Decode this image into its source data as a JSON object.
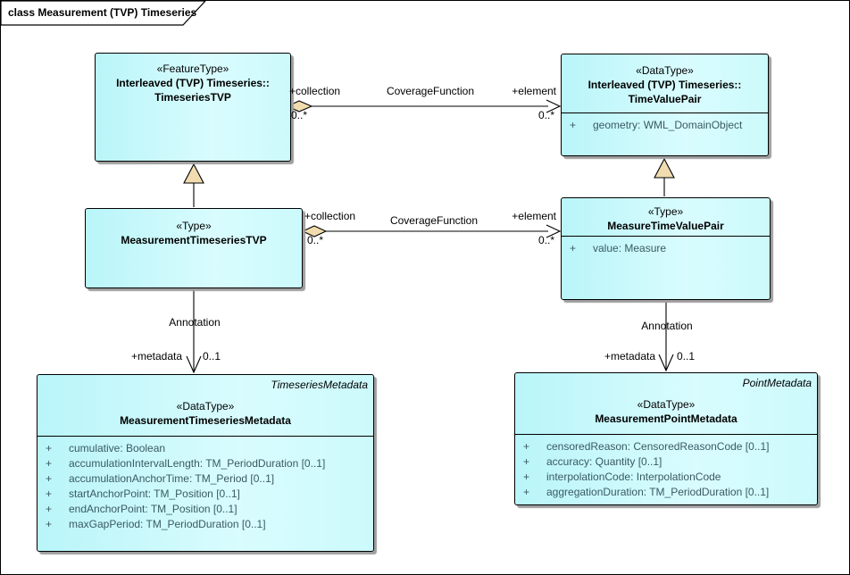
{
  "frame": {
    "title": "class Measurement (TVP) Timeseries"
  },
  "colors": {
    "class_fill": "#c7fafc",
    "class_border": "#000000",
    "marker_fill": "#f0dcae",
    "attribute_text": "#3a5a62",
    "shadow": "#9e9e9e"
  },
  "classes": {
    "timeseriesTVP": {
      "stereotype": "«FeatureType»",
      "name_line1": "Interleaved (TVP) Timeseries::",
      "name_line2": "TimeseriesTVP"
    },
    "timeValuePair": {
      "stereotype": "«DataType»",
      "name_line1": "Interleaved (TVP) Timeseries::",
      "name_line2": "TimeValuePair",
      "attributes": [
        {
          "vis": "+",
          "text": "geometry: WML_DomainObject"
        }
      ]
    },
    "measurementTimeseriesTVP": {
      "stereotype": "«Type»",
      "name": "MeasurementTimeseriesTVP"
    },
    "measureTimeValuePair": {
      "stereotype": "«Type»",
      "name": "MeasureTimeValuePair",
      "attributes": [
        {
          "vis": "+",
          "text": "value: Measure"
        }
      ]
    },
    "measurementTimeseriesMetadata": {
      "corner_label": "TimeseriesMetadata",
      "stereotype": "«DataType»",
      "name": "MeasurementTimeseriesMetadata",
      "attributes": [
        {
          "vis": "+",
          "text": "cumulative: Boolean"
        },
        {
          "vis": "+",
          "text": "accumulationIntervalLength: TM_PeriodDuration [0..1]"
        },
        {
          "vis": "+",
          "text": "accumulationAnchorTime: TM_Period [0..1]"
        },
        {
          "vis": "+",
          "text": "startAnchorPoint: TM_Position [0..1]"
        },
        {
          "vis": "+",
          "text": "endAnchorPoint: TM_Position [0..1]"
        },
        {
          "vis": "+",
          "text": "maxGapPeriod: TM_PeriodDuration [0..1]"
        }
      ]
    },
    "measurementPointMetadata": {
      "corner_label": "PointMetadata",
      "stereotype": "«DataType»",
      "name": "MeasurementPointMetadata",
      "attributes": [
        {
          "vis": "+",
          "text": "censoredReason: CensoredReasonCode [0..1]"
        },
        {
          "vis": "+",
          "text": "accuracy: Quantity [0..1]"
        },
        {
          "vis": "+",
          "text": "interpolationCode: InterpolationCode"
        },
        {
          "vis": "+",
          "text": "aggregationDuration: TM_PeriodDuration [0..1]"
        }
      ]
    }
  },
  "connectors": {
    "coverage_top": {
      "name": "CoverageFunction",
      "source_role": "+collection",
      "source_multiplicity": "0..*",
      "target_role": "+element",
      "target_multiplicity": "0..*"
    },
    "coverage_bottom": {
      "name": "CoverageFunction",
      "source_role": "+collection",
      "source_multiplicity": "0..*",
      "target_role": "+element",
      "target_multiplicity": "0..*"
    },
    "annotation_left": {
      "name": "Annotation",
      "target_role": "+metadata",
      "target_multiplicity": "0..1"
    },
    "annotation_right": {
      "name": "Annotation",
      "target_role": "+metadata",
      "target_multiplicity": "0..1"
    }
  }
}
